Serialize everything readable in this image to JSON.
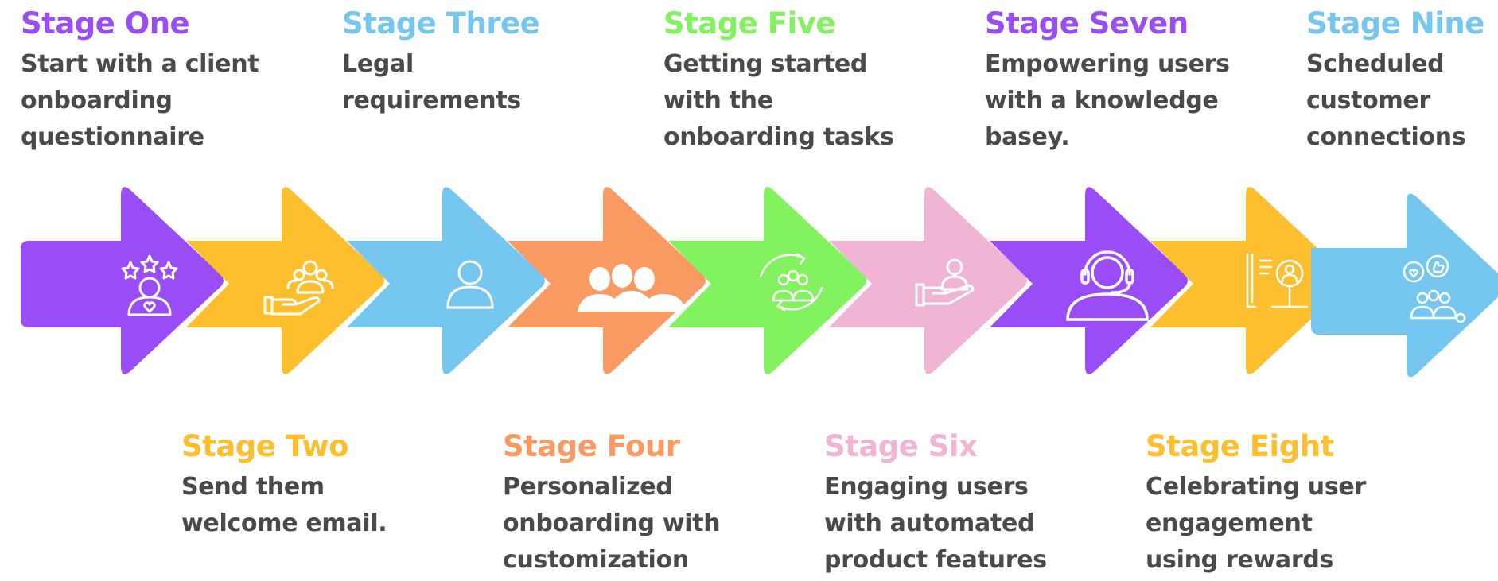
{
  "colors": {
    "purple": "#9a4cf6",
    "yellow": "#fdbf2d",
    "blue": "#76c7f0",
    "orange": "#f99a63",
    "green": "#83f25f",
    "pink": "#f0b5d4",
    "text": "#4a4a4a"
  },
  "stages": [
    {
      "title": "Stage One",
      "lines": [
        "Start with a client",
        "onboarding",
        "questionnaire"
      ],
      "color": "#9a4cf6",
      "icon": "rated-user-icon"
    },
    {
      "title": "Stage Two",
      "lines": [
        "Send them",
        "welcome email."
      ],
      "color": "#fdbf2d",
      "icon": "hand-group-icon"
    },
    {
      "title": "Stage Three",
      "lines": [
        "Legal",
        "requirements"
      ],
      "color": "#76c7f0",
      "icon": "user-icon"
    },
    {
      "title": "Stage Four",
      "lines": [
        "Personalized",
        "onboarding with",
        "customization"
      ],
      "color": "#f99a63",
      "icon": "team-icon"
    },
    {
      "title": "Stage Five",
      "lines": [
        "Getting started",
        "with the",
        "onboarding tasks"
      ],
      "color": "#83f25f",
      "icon": "cycle-group-icon"
    },
    {
      "title": "Stage Six",
      "lines": [
        "Engaging users",
        "with automated",
        "product features"
      ],
      "color": "#f0b5d4",
      "icon": "hand-user-icon"
    },
    {
      "title": "Stage Seven",
      "lines": [
        "Empowering users",
        "with a knowledge",
        "basey."
      ],
      "color": "#9a4cf6",
      "icon": "headset-agent-icon"
    },
    {
      "title": "Stage Eight",
      "lines": [
        "Celebrating user",
        "engagement",
        "using rewards"
      ],
      "color": "#fdbf2d",
      "icon": "user-profile-panel-icon"
    },
    {
      "title": "Stage Nine",
      "lines": [
        "Scheduled",
        "customer",
        "connections"
      ],
      "color": "#76c7f0",
      "icon": "social-group-icon"
    }
  ]
}
